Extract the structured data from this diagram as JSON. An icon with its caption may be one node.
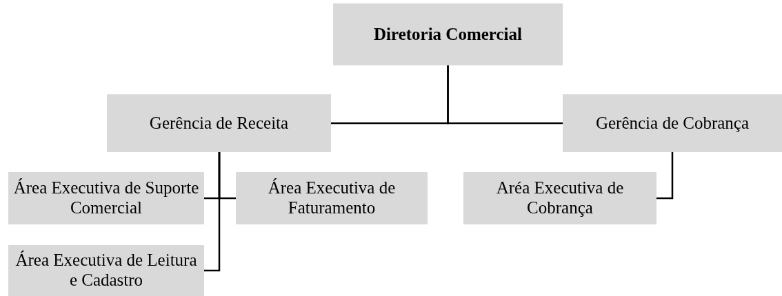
{
  "diagram": {
    "nodes": [
      {
        "text": [
          "Diretoria Comercial"
        ]
      },
      {
        "text": [
          "Gerência de Receita"
        ]
      },
      {
        "text": [
          "Gerência de Cobrança"
        ]
      },
      {
        "text": [
          "Área Executiva de Suporte Comercial"
        ]
      },
      {
        "text": [
          "Área Executiva de Faturamento"
        ]
      },
      {
        "text": [
          "Aréa Executiva de Cobrança"
        ]
      },
      {
        "text": [
          "Área Executiva de Leitura e Cadastro"
        ]
      }
    ],
    "edges": [
      {
        "from": 0,
        "to": 1,
        "arrow": "none"
      },
      {
        "from": 0,
        "to": 2,
        "arrow": "none"
      },
      {
        "from": 1,
        "to": 3,
        "arrow": "none"
      },
      {
        "from": 1,
        "to": 4,
        "arrow": "none"
      },
      {
        "from": 1,
        "to": 6,
        "arrow": "none"
      },
      {
        "from": 2,
        "to": 5,
        "arrow": "none"
      }
    ]
  }
}
